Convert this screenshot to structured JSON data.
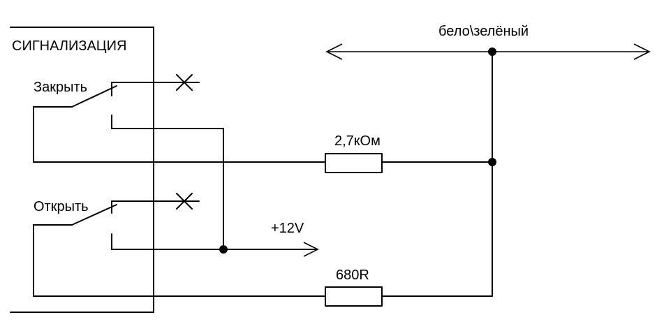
{
  "labels": {
    "module": "СИГНАЛИЗАЦИЯ",
    "close_switch": "Закрыть",
    "open_switch": "Открыть",
    "bus_wire": "бело\\зелёный",
    "resistor_top": "2,7кОм",
    "resistor_bottom": "680R",
    "supply": "+12V"
  },
  "colors": {
    "line": "#000000",
    "background": "#ffffff"
  }
}
